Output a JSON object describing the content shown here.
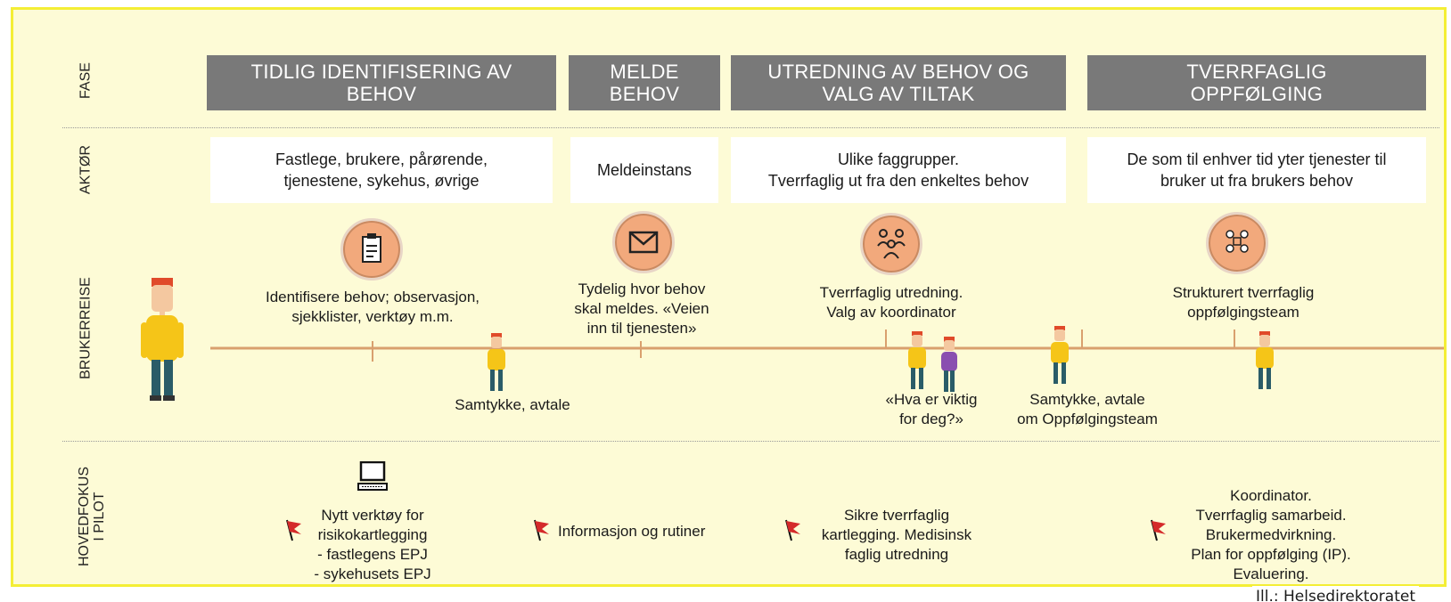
{
  "rows": {
    "fase": "FASE",
    "aktor": "AKTØR",
    "brukerreise": "BRUKERREISE",
    "hovedfokus_1": "HOVEDFOKUS",
    "hovedfokus_2": "I PILOT"
  },
  "phases": [
    {
      "line1": "TIDLIG IDENTIFISERING AV",
      "line2": "BEHOV"
    },
    {
      "line1": "MELDE",
      "line2": "BEHOV"
    },
    {
      "line1": "UTREDNING AV BEHOV OG",
      "line2": "VALG AV TILTAK"
    },
    {
      "line1": "TVERRFAGLIG",
      "line2": "OPPFØLGING"
    }
  ],
  "actors": [
    {
      "line1": "Fastlege, brukere, pårørende,",
      "line2": "tjenestene, sykehus, øvrige"
    },
    {
      "line1": "Meldeinstans",
      "line2": ""
    },
    {
      "line1": "Ulike faggrupper.",
      "line2": "Tverrfaglig ut fra den enkeltes behov"
    },
    {
      "line1": "De som til enhver tid yter tjenester til",
      "line2": "bruker ut fra brukers behov"
    }
  ],
  "journey": {
    "step1": {
      "line1": "Identifisere behov; observasjon,",
      "line2": "sjekklister, verktøy m.m.",
      "icon": "clipboard-icon"
    },
    "step2": {
      "line1": "Tydelig hvor behov",
      "line2": "skal meldes. «Veien",
      "line3": "inn til tjenesten»",
      "icon": "envelope-icon"
    },
    "step3": {
      "line1": "Tverrfaglig utredning.",
      "line2": "Valg av koordinator",
      "icon": "people-group-icon"
    },
    "step4": {
      "line1": "Strukturert tverrfaglig",
      "line2": "oppfølgingsteam",
      "icon": "team-icon"
    },
    "below1": "Samtykke, avtale",
    "below2": {
      "line1": "«Hva er viktig",
      "line2": "for deg?»"
    },
    "below3": {
      "line1": "Samtykke, avtale",
      "line2": "om Oppfølgingsteam"
    }
  },
  "focus": {
    "f1": {
      "line1": "Nytt verktøy for",
      "line2": "risikokartlegging",
      "line3": "- fastlegens EPJ",
      "line4": "- sykehusets EPJ"
    },
    "f2": "Informasjon og rutiner",
    "f3": {
      "line1": "Sikre tverrfaglig",
      "line2": "kartlegging. Medisinsk",
      "line3": "faglig utredning"
    },
    "f4": {
      "line1": "Koordinator.",
      "line2": "Tverrfaglig samarbeid.",
      "line3": "Brukermedvirkning.",
      "line4": "Plan for oppfølging (IP).",
      "line5": "Evaluering."
    }
  },
  "credit": "Ill.: Helsedirektoratet",
  "colors": {
    "background": "#fdfbd6",
    "border": "#f4ee35",
    "phase_box": "#797979",
    "timeline": "#d9a06e",
    "icon_circle": "#f2a97c",
    "flag": "#d42a2a"
  }
}
